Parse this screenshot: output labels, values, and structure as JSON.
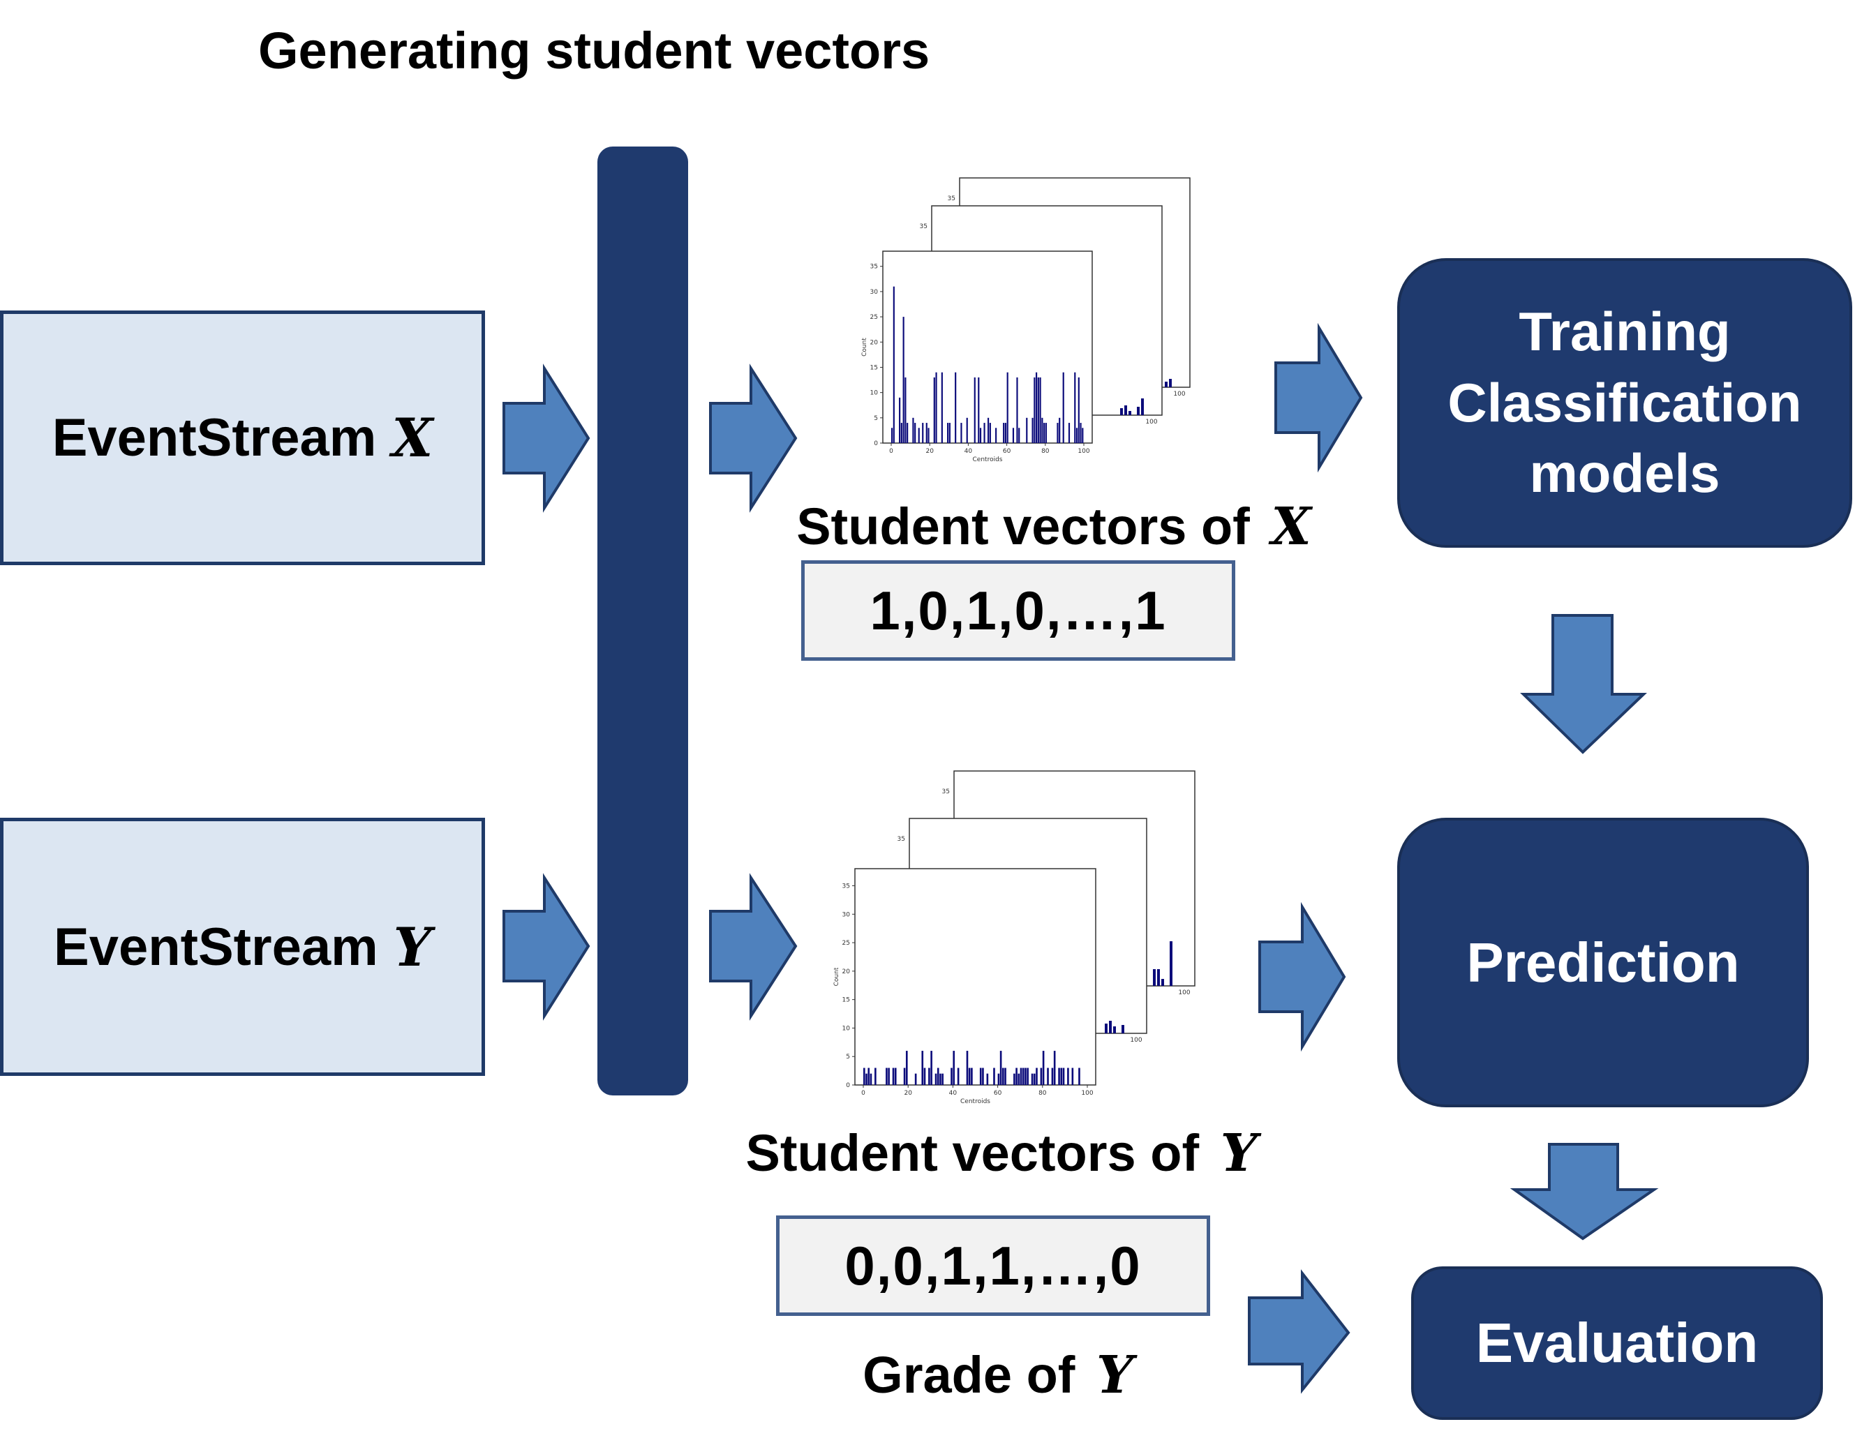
{
  "title": "Generating student vectors",
  "inputs": [
    {
      "label": "EventStream",
      "variable": "X"
    },
    {
      "label": "EventStream",
      "variable": "Y"
    }
  ],
  "histograms": {
    "ylabel": "Count",
    "xlabel": "Centroids",
    "y_ticks": [
      "0",
      "5",
      "10",
      "15",
      "20",
      "25",
      "30",
      "35"
    ],
    "x_ticks": [
      "0",
      "20",
      "40",
      "60",
      "80",
      "100"
    ],
    "back_y_tick": "35",
    "back_x_tick": "100"
  },
  "vectors_x": {
    "label": "Student vectors of",
    "variable": "X",
    "value": "1,0,1,0,…,1"
  },
  "vectors_y": {
    "label": "Student vectors of",
    "variable": "Y",
    "value": "0,0,1,1,…,0"
  },
  "grade": {
    "label": "Grade of",
    "variable": "Y"
  },
  "steps": {
    "training": [
      "Training",
      "Classification",
      "models"
    ],
    "prediction": "Prediction",
    "evaluation": "Evaluation"
  },
  "colors": {
    "arrow_fill": "#4f81bd",
    "arrow_stroke": "#1f3a68",
    "dark_box": "#1f3a6e",
    "input_box": "#dce6f2",
    "vector_box": "#f2f2f2",
    "histogram_bar": "#0b0b7a"
  }
}
